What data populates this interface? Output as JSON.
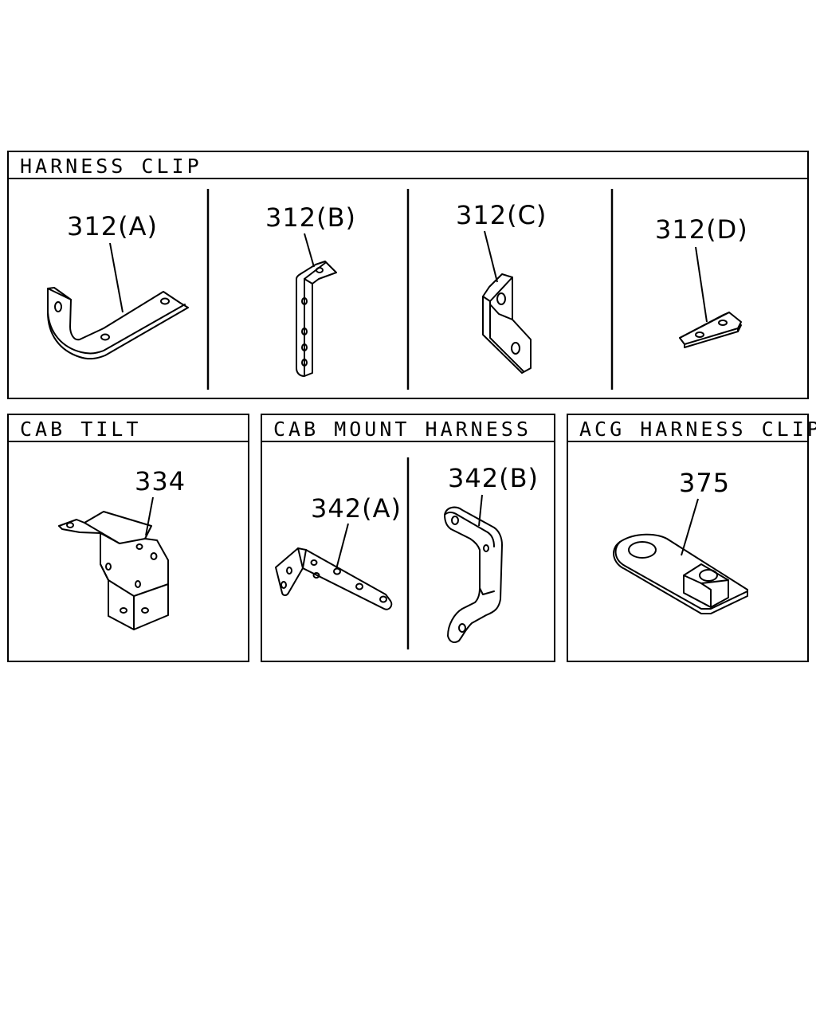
{
  "panels": {
    "harness_clip": {
      "title": "HARNESS CLIP",
      "callouts": [
        "312(A)",
        "312(B)",
        "312(C)",
        "312(D)"
      ],
      "parts": [
        "bracket-u-icon",
        "bracket-l-icon",
        "bracket-angled-icon",
        "plate-flat-icon"
      ]
    },
    "cab_tilt": {
      "title": "CAB TILT",
      "callouts": [
        "334"
      ],
      "parts": [
        "bracket-folded-icon"
      ]
    },
    "cab_mount_harness": {
      "title": "CAB MOUNT HARNESS",
      "callouts": [
        "342(A)",
        "342(B)"
      ],
      "parts": [
        "bracket-triangular-icon",
        "bracket-z-icon"
      ]
    },
    "acg_harness_clip": {
      "title": "ACG HARNESS CLIP",
      "callouts": [
        "375"
      ],
      "parts": [
        "clip-terminal-icon"
      ]
    }
  },
  "colors": {
    "line": "#000000",
    "background": "#ffffff"
  }
}
